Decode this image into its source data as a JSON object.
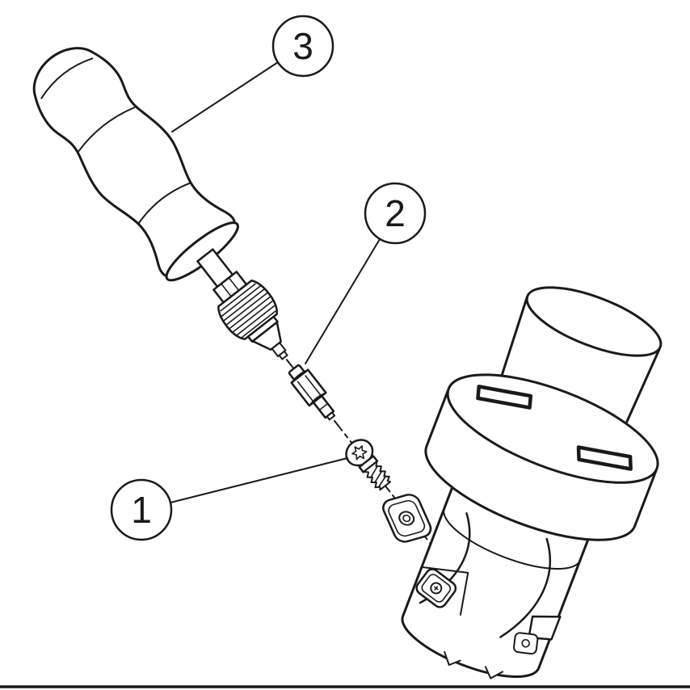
{
  "figure": {
    "description_colors": {
      "background": "#ffffff",
      "line": "#1a1a1a"
    },
    "callouts": [
      {
        "label": "1"
      },
      {
        "label": "2"
      },
      {
        "label": "3"
      }
    ]
  }
}
